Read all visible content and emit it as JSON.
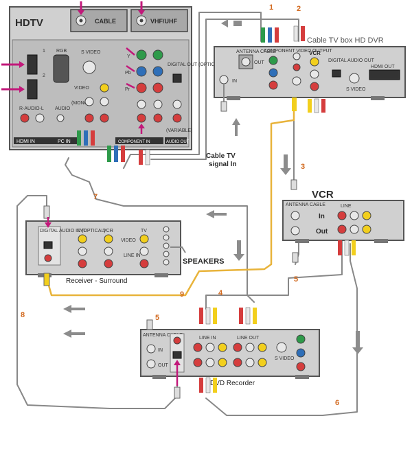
{
  "colors": {
    "panel": "#c9c9c9",
    "panel_dark": "#9a9a9a",
    "frame": "#555555",
    "jack_white": "#e8e8e8",
    "jack_yellow": "#f2cf1d",
    "jack_red": "#d53d3d",
    "jack_green": "#2e9a4a",
    "jack_blue": "#2f6fb8",
    "cable_gray": "#888888",
    "cable_yellow": "#e8b33a",
    "arrow": "#8c8c8c",
    "magenta": "#c2187a",
    "number": "#d2691e"
  },
  "devices": {
    "hdtv": {
      "title": "HDTV",
      "cable_label": "CABLE",
      "vhf_label": "VHF/UHF",
      "hdmi_label": "HDMI IN",
      "pc_label": "PC IN",
      "rgb_label": "RGB",
      "audio_label": "AUDIO",
      "svideo_label": "S VIDEO",
      "video_label": "VIDEO",
      "mono_label": "(MONO)",
      "r_audio_l_label": "R-AUDIO-L",
      "y_label": "Y",
      "pb_label": "Pb",
      "pr_label": "Pr",
      "component_label": "COMPONENT IN",
      "digital_out_label": "DIGITAL OUT (OPTICAL)",
      "audio_out_label": "AUDIO OUT",
      "variable_label": "(VARIABLE)"
    },
    "cable_box": {
      "title": "Cable TV box HD DVR",
      "in_label": "IN",
      "out_label": "OUT",
      "antenna_label": "ANTENNA CABLE",
      "component_label": "COMPONENT VIDEO OUTPUT",
      "vcr_label": "VCR",
      "digital_audio_label": "DIGITAL AUDIO OUT",
      "svideo_label": "S VIDEO",
      "hdmi_label": "HDMI OUT"
    },
    "vcr": {
      "title": "VCR",
      "in_label": "In",
      "out_label": "Out",
      "line_label": "LINE",
      "antenna_label": "ANTENNA CABLE"
    },
    "receiver": {
      "title": "Receiver - Surround",
      "dvd_label": "DVD",
      "vcr_label": "VCR",
      "tv_label": "TV",
      "video_label": "VIDEO",
      "line_in_label": "LINE IN",
      "optical_label": "DIGITAL AUDIO IN (OPTICAL)"
    },
    "dvd": {
      "title": "DVD Recorder",
      "line_in_label": "LINE IN",
      "line_out_label": "LINE OUT",
      "svideo_label": "S VIDEO",
      "antenna_label": "ANTENNA CABLE",
      "in_label": "IN",
      "out_label": "OUT"
    }
  },
  "labels": {
    "cable_signal": "Cable TV signal In",
    "speakers": "SPEAKERS"
  },
  "connections": {
    "c1": "1",
    "c2": "2",
    "c3": "3",
    "c4": "4",
    "c5a": "5",
    "c5b": "5",
    "c6": "6",
    "c7": "7",
    "c8": "8",
    "c9": "9"
  }
}
